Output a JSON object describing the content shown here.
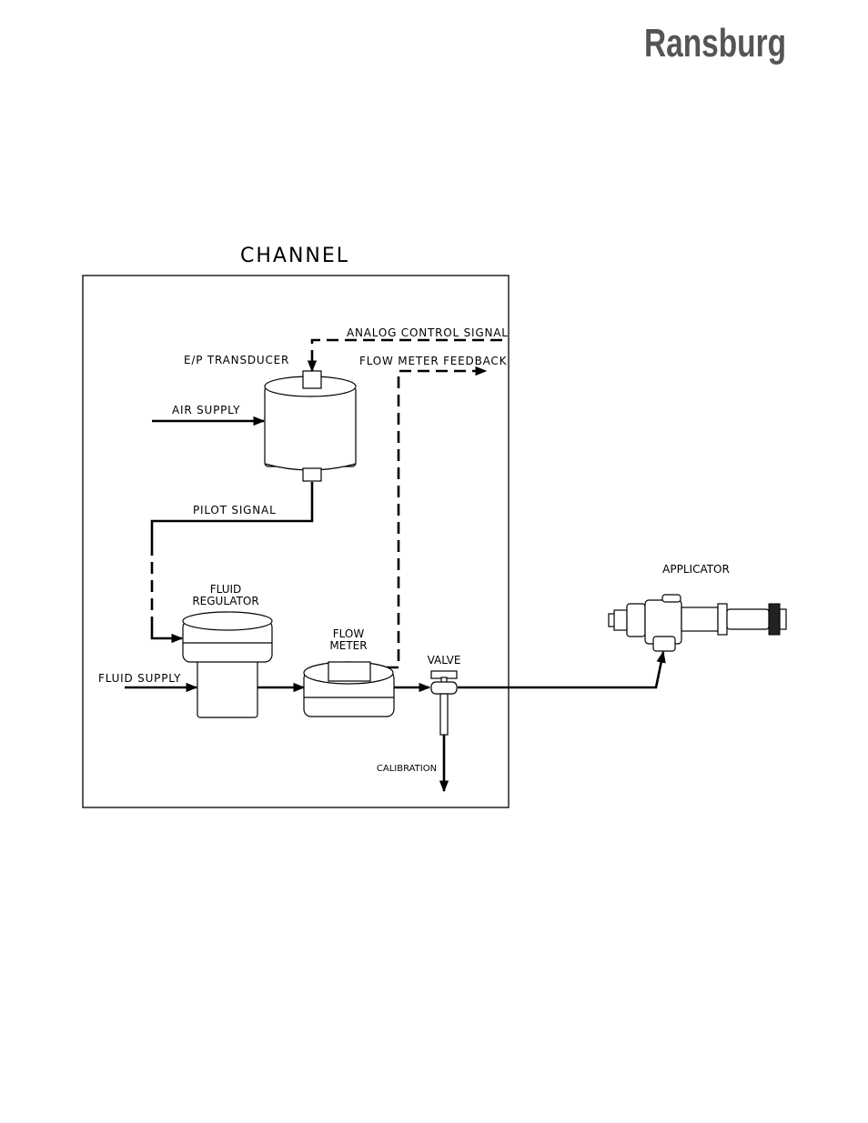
{
  "brand": {
    "logo_text": "Ransburg"
  },
  "diagram": {
    "title": "CHANNEL",
    "labels": {
      "analog_control_signal": "ANALOG CONTROL SIGNAL",
      "ep_transducer": "E/P TRANSDUCER",
      "flow_meter_feedback": "FLOW METER FEEDBACK",
      "air_supply": "AIR SUPPLY",
      "pilot_signal": "PILOT SIGNAL",
      "fluid_regulator_line1": "FLUID",
      "fluid_regulator_line2": "REGULATOR",
      "flow_meter_line1": "FLOW",
      "flow_meter_line2": "METER",
      "valve": "VALVE",
      "fluid_supply": "FLUID SUPPLY",
      "calibration": "CALIBRATION",
      "applicator": "APPLICATOR"
    }
  }
}
